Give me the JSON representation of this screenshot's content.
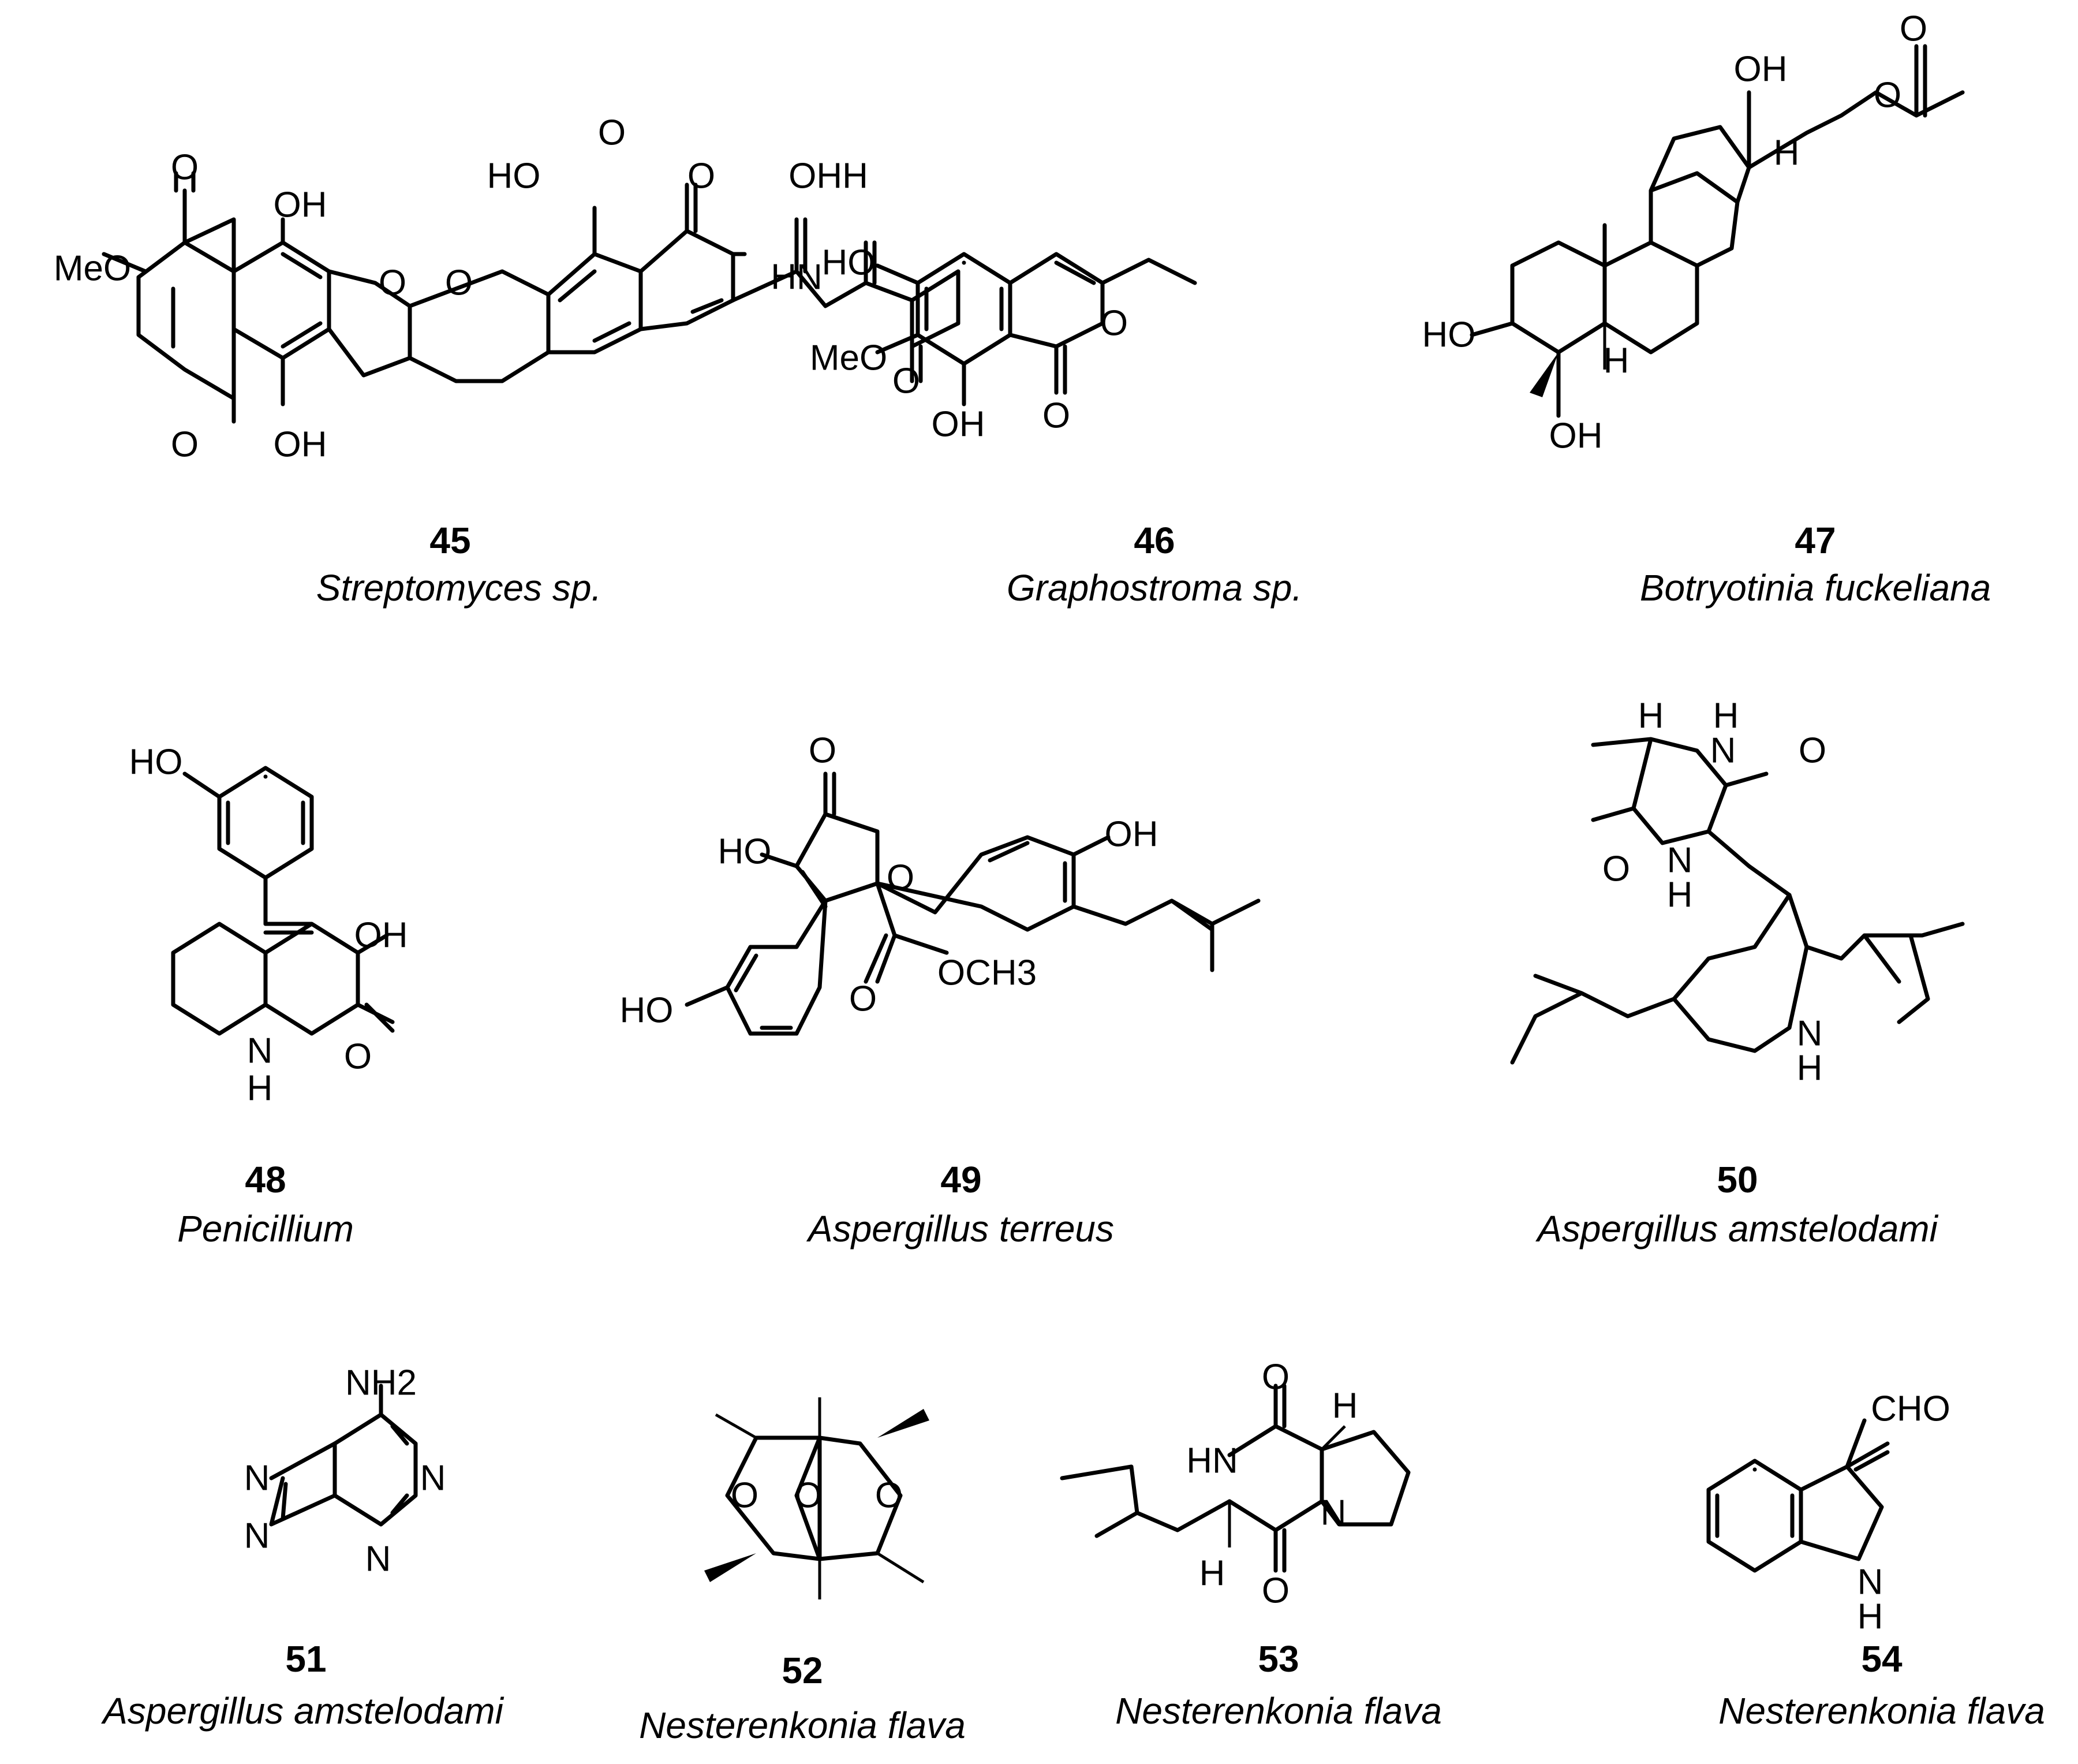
{
  "compounds": [
    {
      "number": "45",
      "source": "Streptomyces sp."
    },
    {
      "number": "46",
      "source": "Graphostroma sp."
    },
    {
      "number": "47",
      "source": "Botryotinia fuckeliana"
    },
    {
      "number": "48",
      "source": "Penicillium"
    },
    {
      "number": "49",
      "source": "Aspergillus terreus"
    },
    {
      "number": "50",
      "source": "Aspergillus amstelodami"
    },
    {
      "number": "51",
      "source": "Aspergillus amstelodami"
    },
    {
      "number": "52",
      "source": "Nesterenkonia flava"
    },
    {
      "number": "53",
      "source": "Nesterenkonia flava"
    },
    {
      "number": "54",
      "source": "Nesterenkonia flava"
    }
  ],
  "atoms": {
    "O": "O",
    "OH": "OH",
    "HO": "HO",
    "MeO": "MeO",
    "H": "H",
    "N": "N",
    "NH": "NH",
    "HN": "HN",
    "OCH3": "OCH3",
    "NH2": "NH2",
    "CHO": "CHO",
    "OHH": "OHH"
  }
}
